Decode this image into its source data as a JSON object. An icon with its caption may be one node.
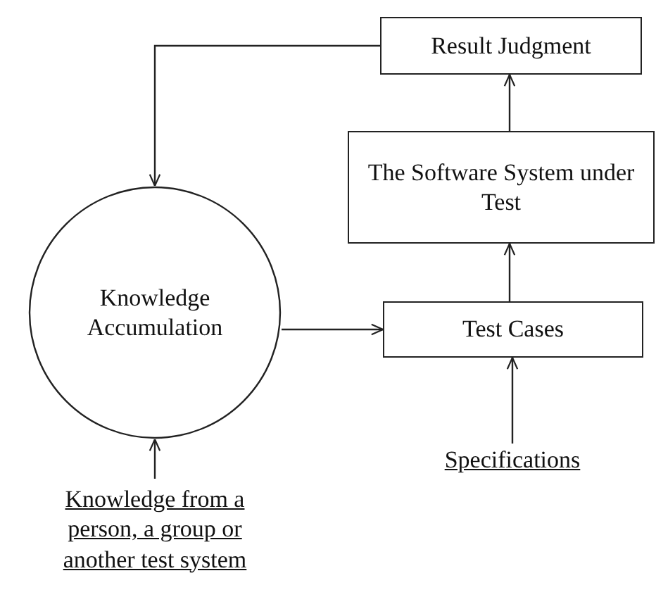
{
  "diagram": {
    "nodes": [
      {
        "text": [
          "Result Judgment"
        ]
      },
      {
        "text": [
          "The Software System under Test"
        ]
      },
      {
        "text": [
          "Knowledge Accumulation"
        ]
      },
      {
        "text": [
          "Test Cases"
        ]
      },
      {
        "text": [
          "Specifications"
        ]
      },
      {
        "text": [
          "Knowledge from a person, a group or another test system"
        ]
      }
    ],
    "edges": [
      {
        "from": 0,
        "to": 2,
        "arrow": "to"
      },
      {
        "from": 2,
        "to": 3,
        "arrow": "to"
      },
      {
        "from": 3,
        "to": 1,
        "arrow": "to"
      },
      {
        "from": 1,
        "to": 0,
        "arrow": "to"
      },
      {
        "from": 4,
        "to": 3,
        "arrow": "to"
      },
      {
        "from": 5,
        "to": 2,
        "arrow": "to"
      }
    ]
  }
}
